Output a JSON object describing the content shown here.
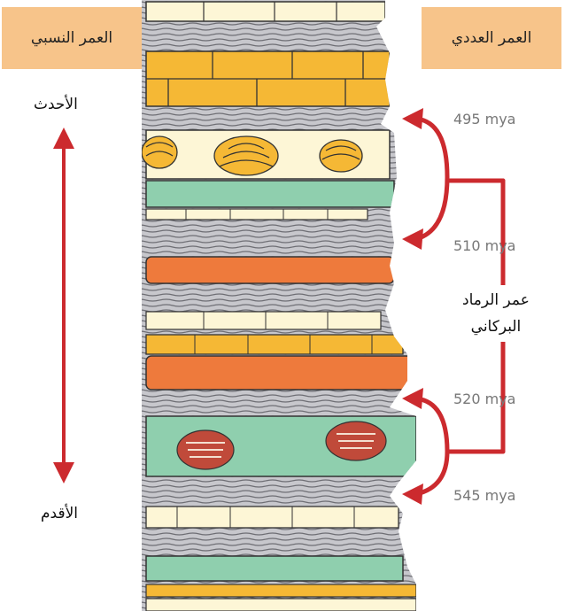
{
  "headers": {
    "relative_age": "العمر النسبي",
    "absolute_age": "العمر العددي"
  },
  "relative_scale": {
    "top_label": "الأحدث",
    "bottom_label": "الأقدم"
  },
  "ages": [
    "495 mya",
    "510 mya",
    "520 mya",
    "545 mya"
  ],
  "ash_label_line1": "عمر الرماد",
  "ash_label_line2": "البركاني",
  "colors": {
    "header": "#f7c48a",
    "arrow": "#cc2a2e",
    "sandstone": "#f5b835",
    "limestone": "#fdf6d6",
    "shale": "#b8b8bc",
    "green": "#8fcfae",
    "ash": "#ee7a3c",
    "trilobite": "#c04a3a"
  }
}
